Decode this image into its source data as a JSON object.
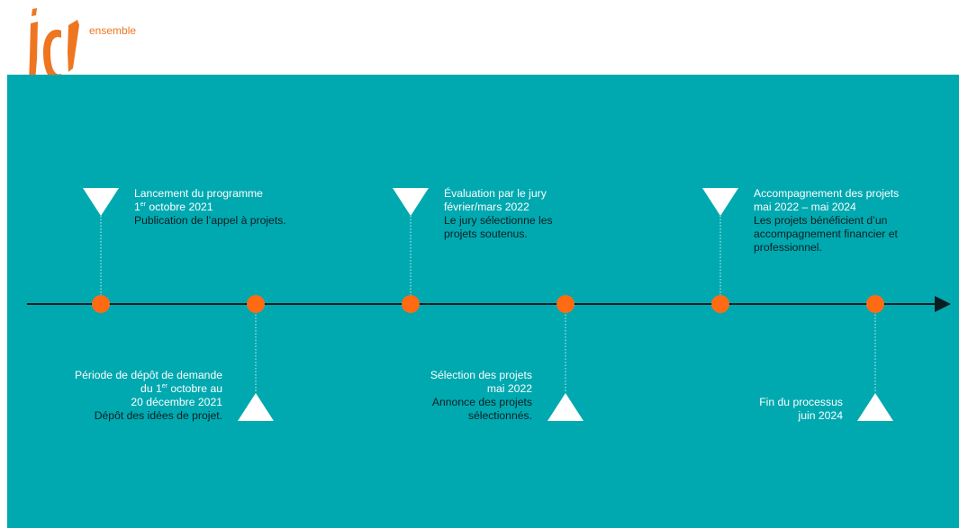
{
  "brand": {
    "logo_text": "ici",
    "logo_sub": "ensemble",
    "accent": "#ee7621",
    "panel_color": "#00a9b0"
  },
  "timeline": {
    "arrow_color": "#0a1e22",
    "dot_color": "#ff6a13",
    "marker_color": "#ffffff",
    "milestones": [
      {
        "id": "lancement",
        "position": "above",
        "title": "Lancement du programme",
        "date_prefix": "1",
        "date_sup": "er",
        "date_rest": " octobre 2021",
        "desc": [
          "Publication de l’appel à projets."
        ]
      },
      {
        "id": "depot",
        "position": "below",
        "title": "Période de dépôt de demande",
        "date_prefix": "du 1",
        "date_sup": "er",
        "date_rest": " octobre au",
        "date2": "20 décembre 2021",
        "desc": [
          "Dépôt des idées de projet."
        ]
      },
      {
        "id": "evaluation",
        "position": "above",
        "title": "Évaluation par le jury",
        "date": "février/mars 2022",
        "desc": [
          "Le jury sélectionne les",
          "projets soutenus."
        ]
      },
      {
        "id": "selection",
        "position": "below",
        "title": "Sélection des projets",
        "date": "mai 2022",
        "desc": [
          "Annonce des projets",
          "sélectionnés."
        ]
      },
      {
        "id": "accompagnement",
        "position": "above",
        "title": "Accompagnement des projets",
        "date": "mai 2022 – mai 2024",
        "desc": [
          "Les projets bénéficient d’un",
          "accompagnement financier et",
          "professionnel."
        ]
      },
      {
        "id": "fin",
        "position": "below",
        "title": "Fin du processus",
        "date": "juin 2024",
        "desc": []
      }
    ]
  }
}
